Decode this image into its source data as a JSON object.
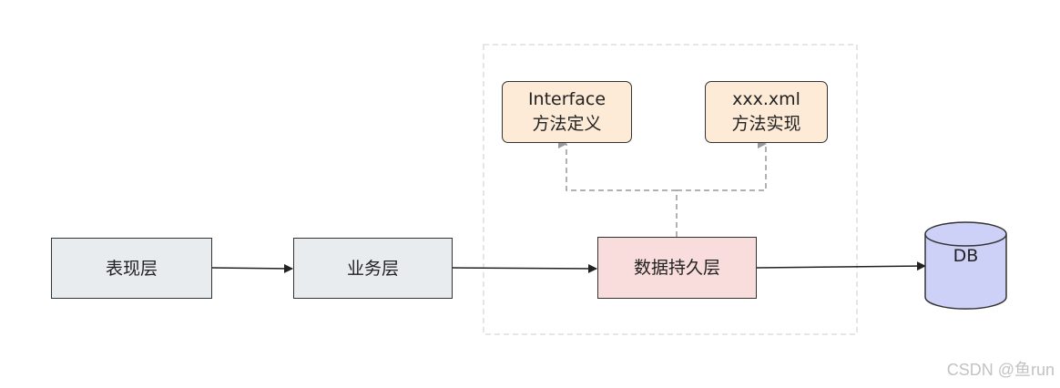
{
  "nodes": {
    "presentation": "表现层",
    "business": "业务层",
    "persistence": "数据持久层",
    "interface": {
      "line1": "Interface",
      "line2": "方法定义"
    },
    "xml": {
      "line1": "xxx.xml",
      "line2": "方法实现"
    },
    "db": "DB"
  },
  "watermark": "CSDN @鱼run",
  "colors": {
    "layer_fill": "#e8ecef",
    "persistence_fill": "#f9dcdc",
    "note_fill": "#fdebd7",
    "db_fill": "#cdd0f7",
    "stroke": "#333333",
    "dashed": "#999999",
    "group_border": "#dddddd"
  }
}
